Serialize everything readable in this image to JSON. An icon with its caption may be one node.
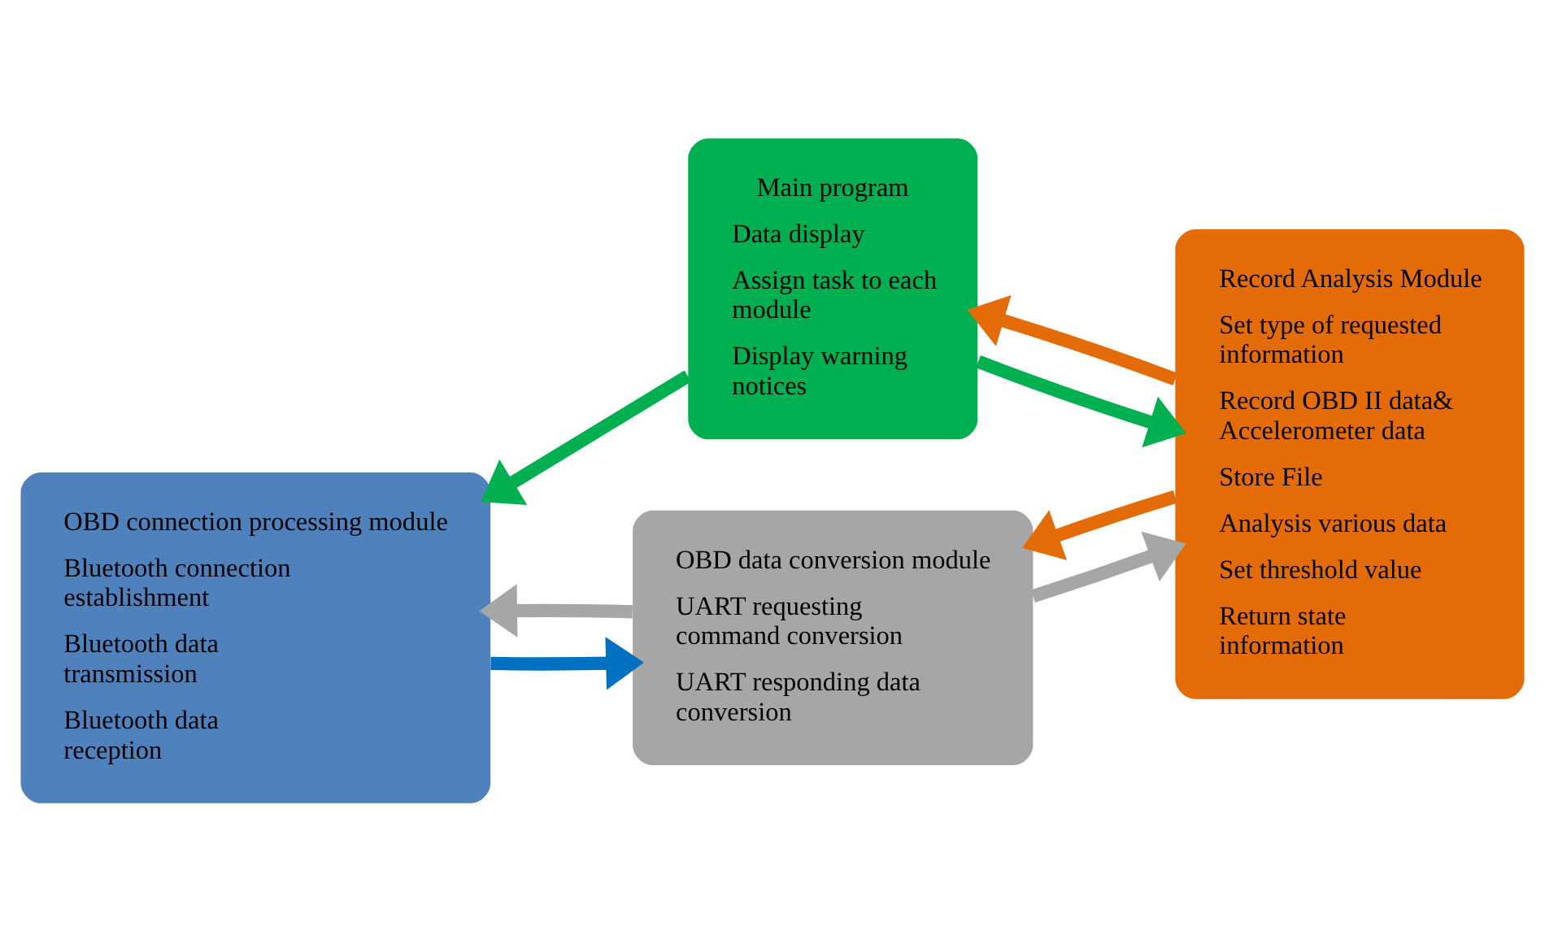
{
  "diagram": {
    "nodes": [
      {
        "text": [
          "OBD connection processing module",
          "Bluetooth connection establishment",
          "Bluetooth data transmission",
          "Bluetooth data reception"
        ]
      },
      {
        "text": [
          "Main program",
          "Data display",
          "Assign task to each module",
          "Display warning notices"
        ]
      },
      {
        "text": [
          "Record Analysis Module",
          "Set type of requested information",
          "Record OBD II data& Accelerometer data",
          "Store File",
          "Analysis various data",
          "Set threshold value",
          "Return state information"
        ]
      },
      {
        "text": [
          "OBD data conversion module",
          "UART requesting command conversion",
          "UART responding data conversion"
        ]
      }
    ],
    "edges": [
      {
        "from": 1,
        "to": 0,
        "arrow": "to",
        "color": "#00b050"
      },
      {
        "from": 1,
        "to": 2,
        "arrow": "to",
        "color": "#00b050"
      },
      {
        "from": 2,
        "to": 1,
        "arrow": "to",
        "color": "#e36c09"
      },
      {
        "from": 3,
        "to": 0,
        "arrow": "to",
        "color": "#a6a6a6"
      },
      {
        "from": 2,
        "to": 3,
        "arrow": "to",
        "color": "#e36c09"
      },
      {
        "from": 0,
        "to": 3,
        "arrow": "to",
        "color": "#0070c0"
      },
      {
        "from": 3,
        "to": 2,
        "arrow": "to",
        "color": "#a6a6a6"
      }
    ]
  }
}
